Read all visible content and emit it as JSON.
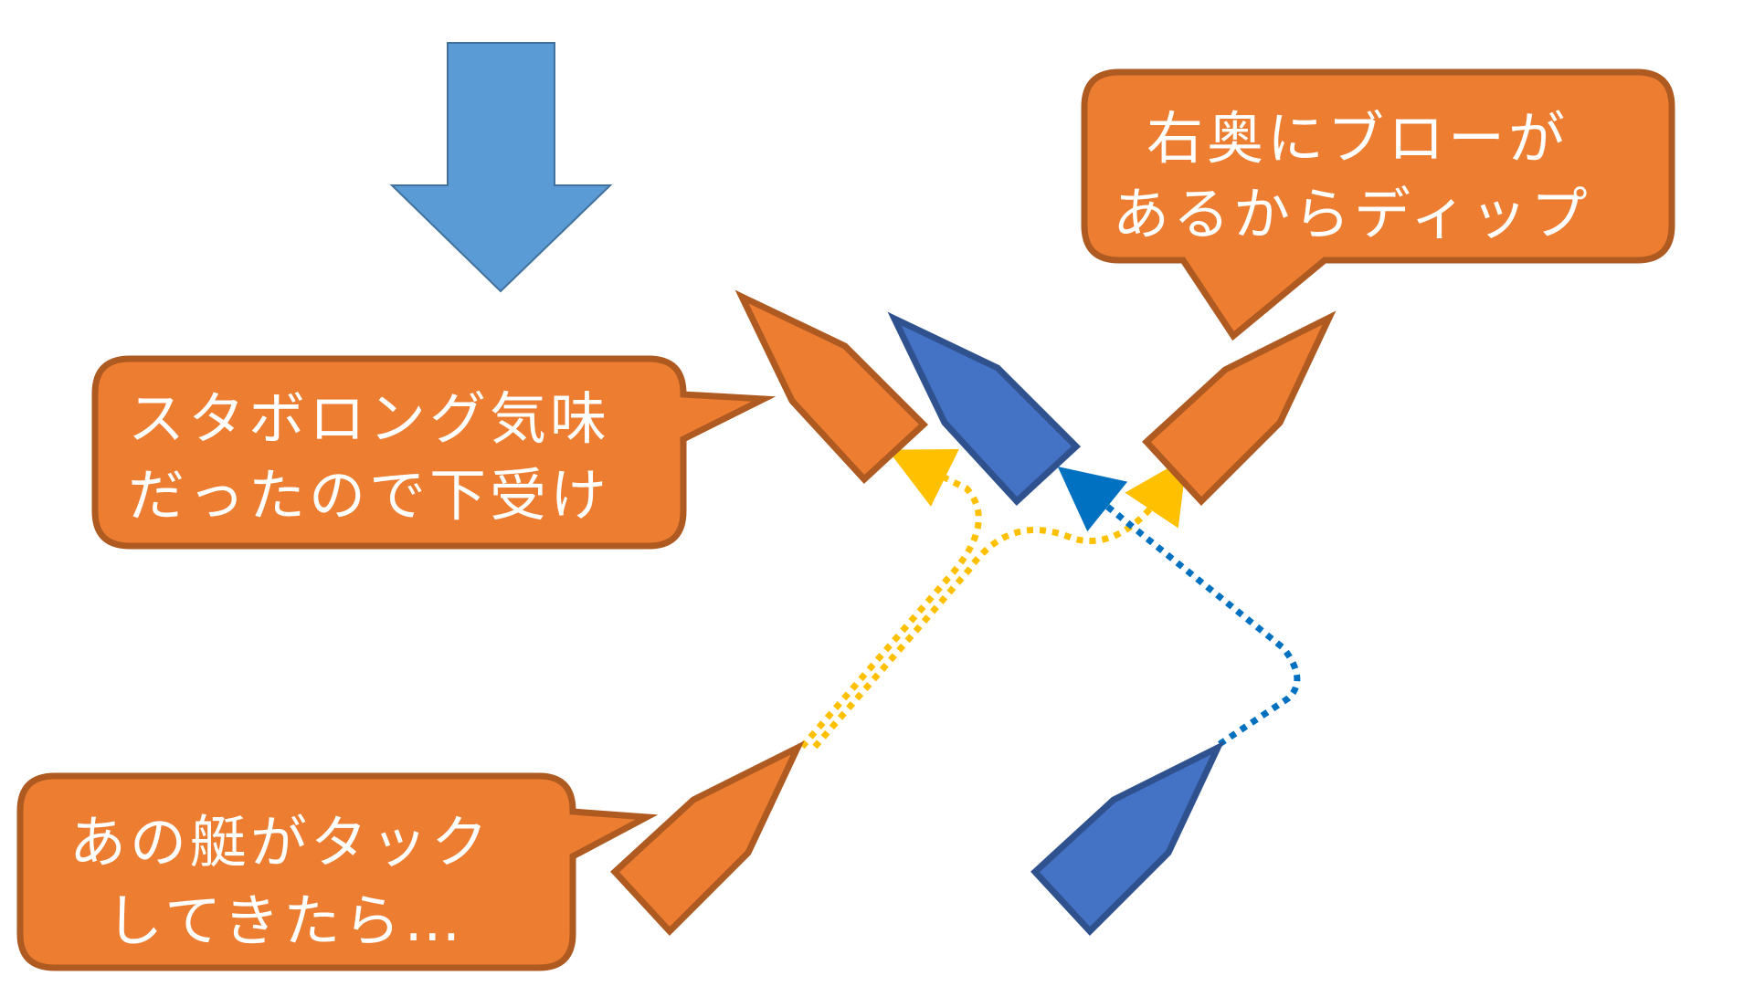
{
  "colors": {
    "orange_fill": "#ED7D31",
    "orange_stroke": "#AE5A21",
    "blue_boat_fill": "#4472C4",
    "blue_boat_stroke": "#2F528F",
    "wind_arrow": "#5B9BD5",
    "yellow_path": "#FFC000",
    "blue_path": "#0070C0",
    "text": "#FFFFFF"
  },
  "callouts": {
    "top_right": {
      "line1": "右奥にブローが",
      "line2": "あるからディップ"
    },
    "middle_left": {
      "line1": "スタボロング気味",
      "line2": "だったので下受け"
    },
    "bottom_left": {
      "line1": "あの艇がタック",
      "line2": "してきたら…"
    }
  },
  "boats": [
    {
      "name": "orange-boat-left-top",
      "color": "orange"
    },
    {
      "name": "blue-boat-top",
      "color": "blue"
    },
    {
      "name": "orange-boat-right-top",
      "color": "orange"
    },
    {
      "name": "orange-boat-bottom-left",
      "color": "orange"
    },
    {
      "name": "blue-boat-bottom",
      "color": "blue"
    }
  ],
  "icons": {
    "wind": "arrow-down-icon"
  }
}
